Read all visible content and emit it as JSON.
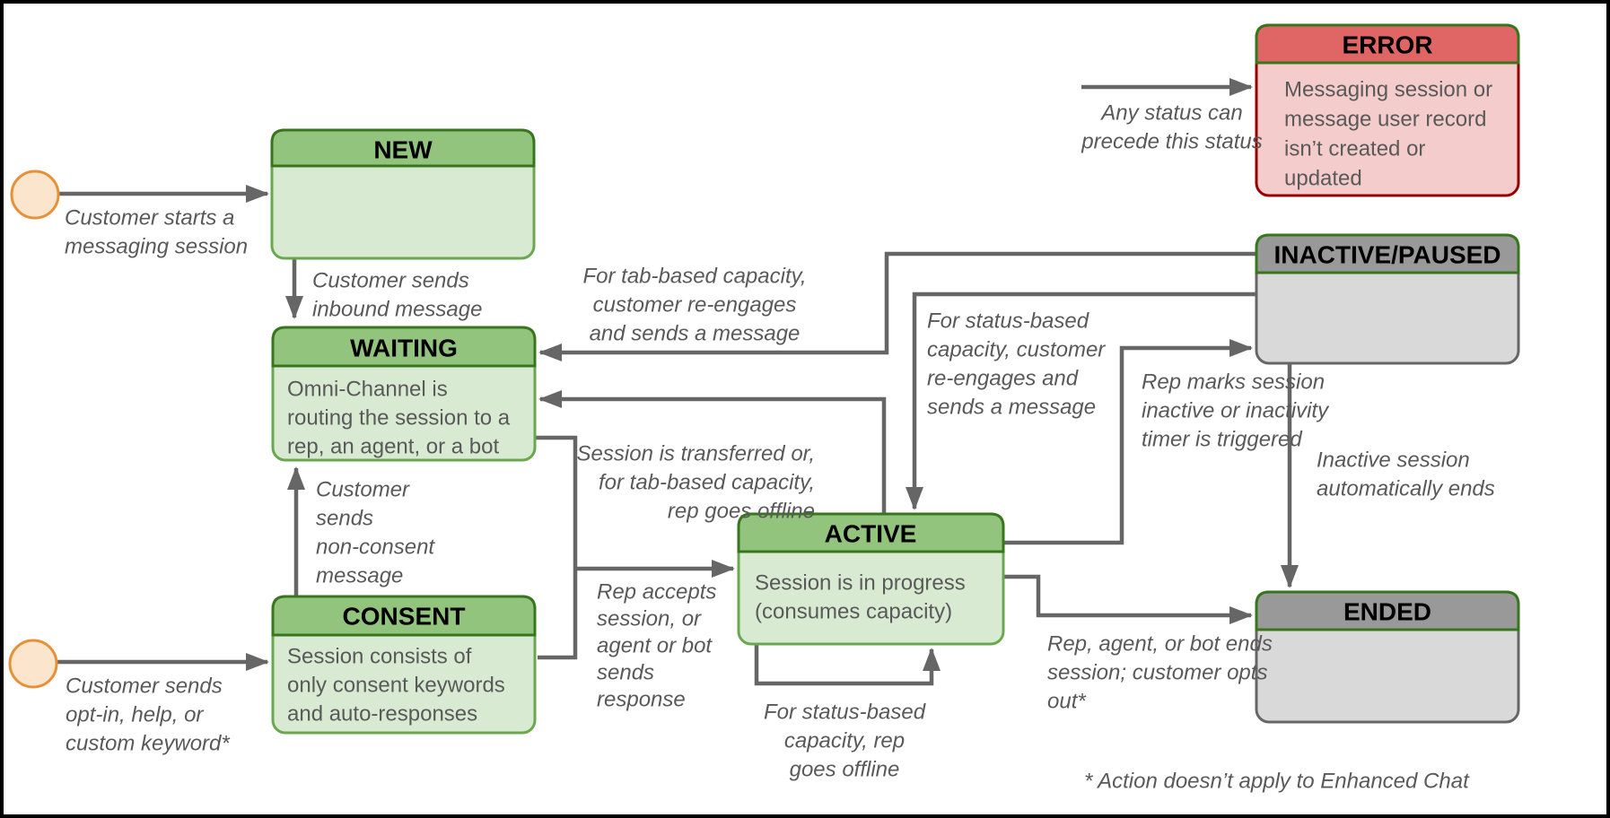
{
  "states": {
    "new": {
      "title": "NEW"
    },
    "waiting": {
      "title": "WAITING",
      "body": [
        "Omni-Channel is",
        "routing the session to a",
        "rep, an agent, or a bot"
      ]
    },
    "consent": {
      "title": "CONSENT",
      "body": [
        "Session consists of",
        "only consent keywords",
        "and auto-responses"
      ]
    },
    "active": {
      "title": "ACTIVE",
      "body": [
        "Session is in progress",
        "(consumes capacity)"
      ]
    },
    "inactive_paused": {
      "title": "INACTIVE/PAUSED"
    },
    "ended": {
      "title": "ENDED"
    },
    "error": {
      "title": "ERROR",
      "body": [
        "Messaging session or",
        "message user record",
        "isn’t created or",
        "updated"
      ]
    }
  },
  "labels": {
    "start_session": [
      "Customer starts a",
      "messaging session"
    ],
    "inbound_message": [
      "Customer sends",
      "inbound message"
    ],
    "non_consent": [
      "Customer",
      "sends",
      "non-consent",
      "message"
    ],
    "opt_in": [
      "Customer sends",
      "opt-in, help, or",
      "custom keyword*"
    ],
    "rep_accepts": [
      "Rep accepts",
      "session, or",
      "agent or bot",
      "sends",
      "response"
    ],
    "tab_reengage": [
      "For tab-based capacity,",
      "customer re-engages",
      "and sends a message"
    ],
    "transferred": [
      "Session is transferred or,",
      "for tab-based capacity,",
      "rep goes offline"
    ],
    "status_reengage": [
      "For status-based",
      "capacity, customer",
      "re-engages and",
      "sends a message"
    ],
    "rep_marks": [
      "Rep marks session",
      "inactive or inactivity",
      "timer is triggered"
    ],
    "inactive_ends": [
      "Inactive session",
      "automatically ends"
    ],
    "rep_ends": [
      "Rep, agent, or bot ends",
      "session; customer opts",
      "out*"
    ],
    "status_offline": [
      "For status-based",
      "capacity, rep",
      "goes offline"
    ],
    "any_status": [
      "Any status can",
      "precede this status"
    ],
    "footnote": "* Action doesn’t apply to Enhanced Chat"
  },
  "colors": {
    "green_header": "#93c47d",
    "green_header_border": "#38761d",
    "green_body": "#d9ead3",
    "green_body_border": "#6aa84f",
    "gray_header": "#999999",
    "gray_body": "#d9d9d9",
    "gray_body_border": "#666666",
    "red_header": "#e06666",
    "red_body": "#f4cccc",
    "red_body_border": "#990000",
    "edge": "#666666",
    "label_text": "#595959",
    "start_fill": "#fce5cd",
    "start_stroke": "#e69138"
  }
}
